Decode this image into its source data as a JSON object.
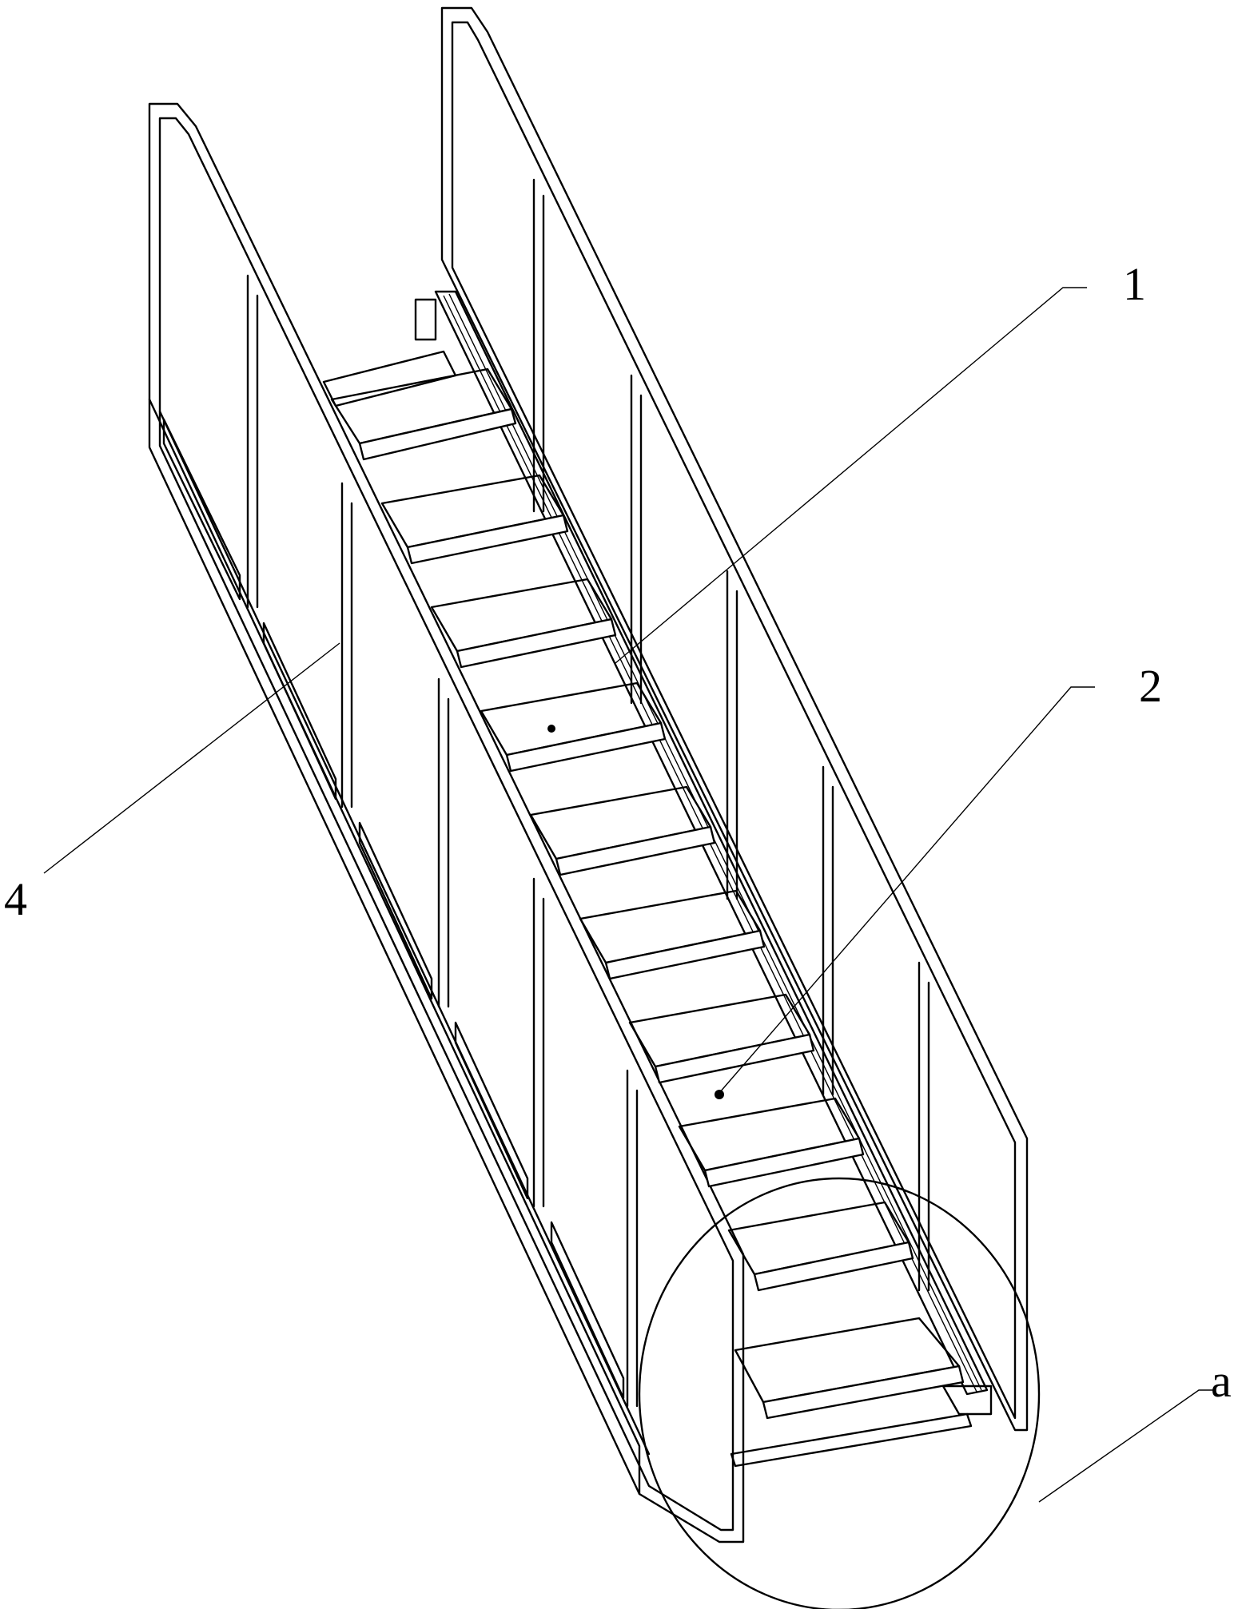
{
  "figure": {
    "labels": {
      "label_1": "1",
      "label_2": "2",
      "label_4": "4",
      "label_a": "a"
    },
    "line_color": "#000000",
    "background": "#ffffff"
  }
}
